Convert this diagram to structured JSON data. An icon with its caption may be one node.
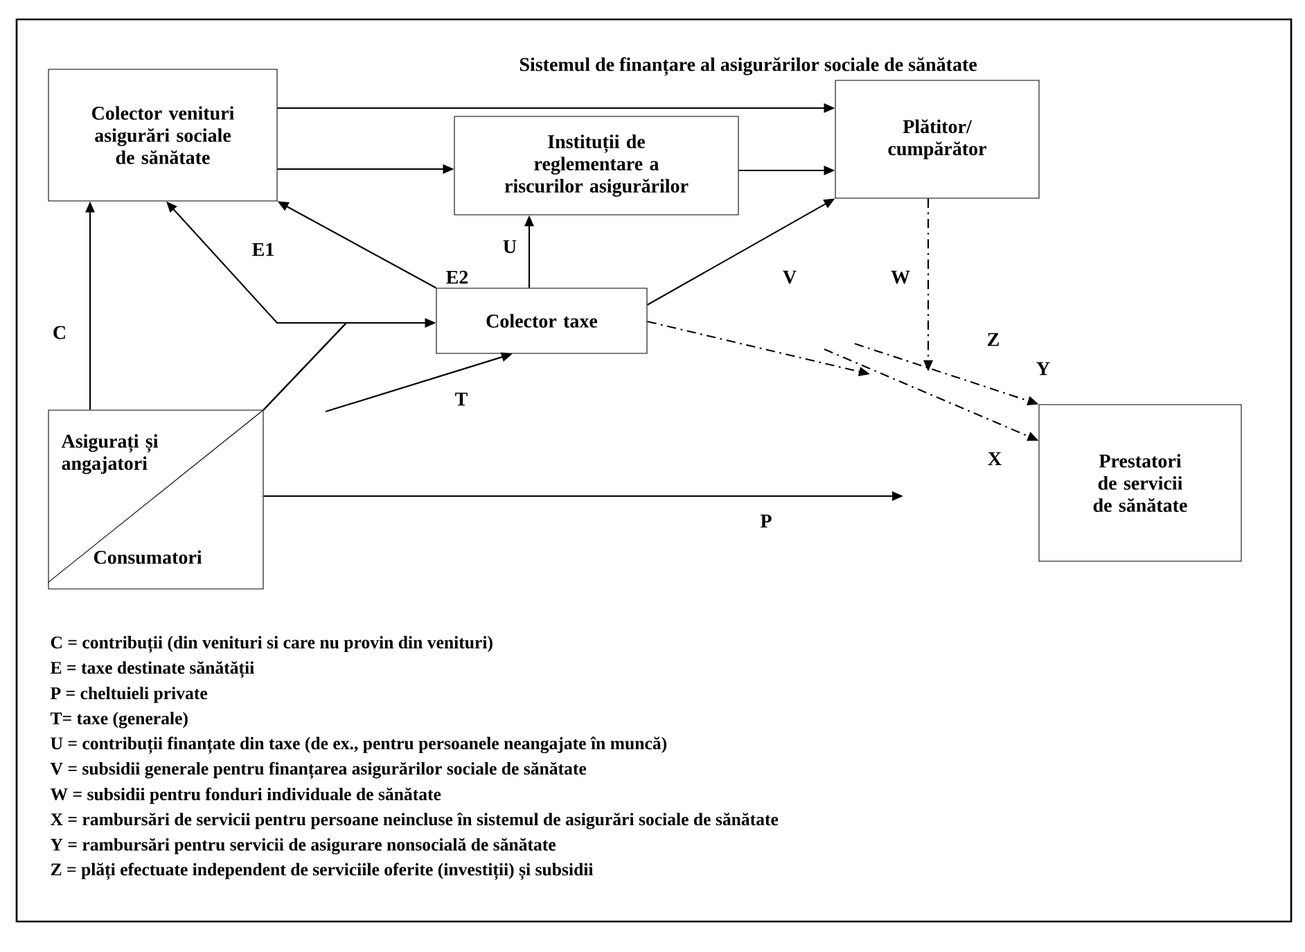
{
  "diagram": {
    "title": "Sistemul de finanțare al asigurărilor sociale de sănătate",
    "nodes": [
      {
        "text": [
          "Colector venituri asigurări sociale de sănătate"
        ]
      },
      {
        "text": [
          "Instituții de reglementare a riscurilor asigurărilor"
        ]
      },
      {
        "text": [
          "Plătitor/ cumpărător"
        ]
      },
      {
        "text": [
          "Colector taxe"
        ]
      },
      {
        "text": [
          "Asigurați și angajatori",
          "Consumatori"
        ]
      },
      {
        "text": [
          "Prestatori de servicii de sănătate"
        ]
      }
    ],
    "edges": [
      {
        "from": 0,
        "to": 2,
        "arrow": "to"
      },
      {
        "from": 0,
        "to": 1,
        "arrow": "to"
      },
      {
        "from": 1,
        "to": 2,
        "arrow": "to"
      },
      {
        "from": 4,
        "to": 0,
        "arrow": "to",
        "label": "C"
      },
      {
        "from": 3,
        "to": 0,
        "arrow": "to",
        "label": "E2"
      },
      {
        "from": 4,
        "to": 0,
        "arrow": "to",
        "label": "E1"
      },
      {
        "from": 4,
        "to": 3,
        "arrow": "to"
      },
      {
        "from": null,
        "to": 3,
        "arrow": "to",
        "label": "T"
      },
      {
        "from": 3,
        "to": 1,
        "arrow": "to",
        "label": "U"
      },
      {
        "from": 3,
        "to": 2,
        "arrow": "to",
        "label": "V"
      },
      {
        "from": 2,
        "to": null,
        "arrow": "to",
        "label": "W",
        "style": "dashed"
      },
      {
        "from": 3,
        "to": null,
        "arrow": "to",
        "style": "dashed"
      },
      {
        "from": null,
        "to": 5,
        "arrow": "to",
        "label": "Y",
        "style": "dashed"
      },
      {
        "from": null,
        "to": 5,
        "arrow": "to",
        "label": "X",
        "style": "dashed"
      },
      {
        "from": 4,
        "to": null,
        "arrow": "to",
        "label": "P"
      }
    ],
    "labels": [
      "Z",
      "C = contribuții (din venituri si care nu provin din venituri)",
      "E = taxe destinate sănătății",
      "P = cheltuieli private",
      "T= taxe (generale)",
      "U = contribuții finanțate din taxe (de ex., pentru persoanele neangajate în muncă)",
      "V = subsidii generale pentru finanțarea asigurărilor sociale de sănătate",
      "W = subsidii pentru fonduri individuale de sănătate",
      "X = rambursări de servicii pentru persoane neincluse în sistemul de asigurări sociale de sănătate",
      "Y = rambursări pentru servicii de asigurare nonsocială de sănătate",
      "Z = plăți efectuate independent de serviciile oferite (investiții) și subsidii"
    ]
  }
}
